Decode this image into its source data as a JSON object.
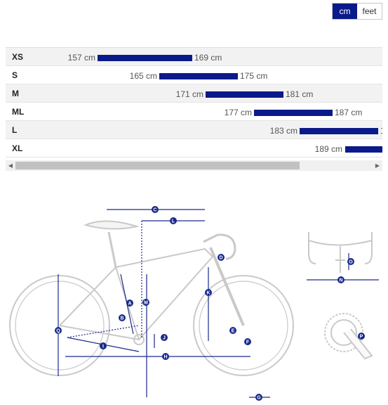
{
  "units": {
    "cm": "cm",
    "feet": "feet"
  },
  "sizes": [
    {
      "name": "XS",
      "min": "157 cm",
      "max": "169 cm"
    },
    {
      "name": "S",
      "min": "165 cm",
      "max": "175 cm"
    },
    {
      "name": "M",
      "min": "171 cm",
      "max": "181 cm"
    },
    {
      "name": "ML",
      "min": "177 cm",
      "max": "187 cm"
    },
    {
      "name": "L",
      "min": "183 cm",
      "max": "1"
    },
    {
      "name": "XL",
      "min": "189 cm",
      "max": ""
    }
  ],
  "scrollbar": {
    "left_arrow": "◀",
    "right_arrow": "▶"
  },
  "geometry_labels": {
    "A": "A",
    "B": "B",
    "C": "C",
    "D": "D",
    "E": "E",
    "F": "F",
    "G": "G",
    "H": "H",
    "I": "I",
    "J": "J",
    "K": "K",
    "L": "L",
    "M": "M",
    "N": "N",
    "O": "O",
    "P": "P",
    "Q": "Q"
  },
  "colors": {
    "accent": "#0a1a8a",
    "frame": "#c8c8c8",
    "dim_line": "#1a2a8a"
  }
}
